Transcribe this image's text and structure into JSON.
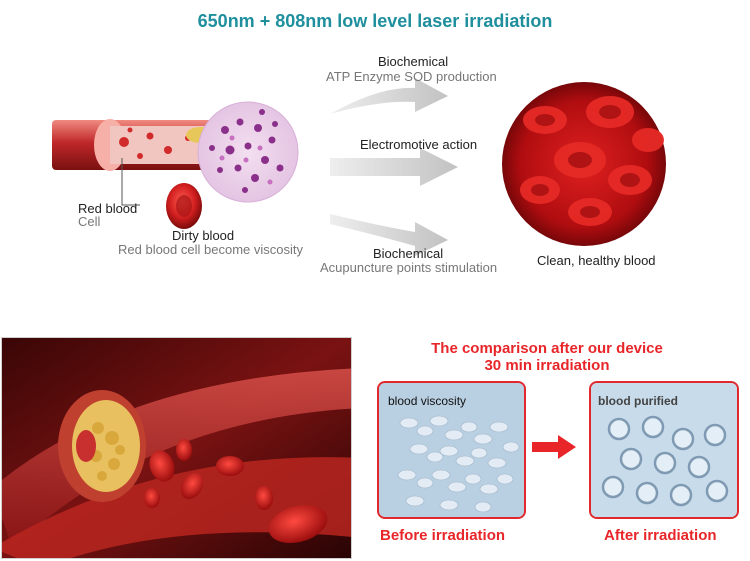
{
  "title": "650nm + 808nm low level laser irradiation",
  "top": {
    "arrows": [
      {
        "heading": "Biochemical",
        "detail": "ATP Enzyme SOD production"
      },
      {
        "heading": "Electromotive action",
        "detail": ""
      },
      {
        "heading": "Biochemical",
        "detail": "Acupuncture points stimulation"
      }
    ],
    "labels": {
      "red_blood": "Red blood",
      "cell": "Cell",
      "dirty_blood": "Dirty blood",
      "viscosity_note": "Red blood cell become viscosity",
      "clean_blood": "Clean, healthy blood"
    }
  },
  "comparison": {
    "heading_line1": "The comparison after our device",
    "heading_line2": "30 min irradiation",
    "before_panel_label": "blood viscosity",
    "after_panel_label": "blood purified",
    "before_caption": "Before irradiation",
    "after_caption": "After irradiation"
  },
  "colors": {
    "title": "#1f8f9e",
    "accent_red": "#e8262a",
    "arrow_gray": "#c8c8c8"
  }
}
